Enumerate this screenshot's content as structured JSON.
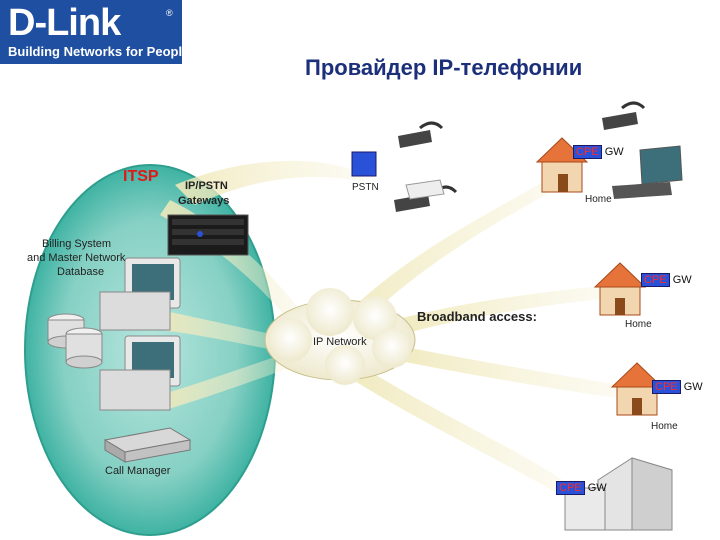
{
  "header": {
    "logo_text": "D-Link",
    "logo_reg": "®",
    "tagline": "Building Networks for People",
    "title": "Провайдер IP-телефонии"
  },
  "labels": {
    "itsp": "ITSP",
    "gateways_line1": "IP/PSTN",
    "gateways_line2": "Gateways",
    "pstn": "PSTN",
    "billing_line1": "Billing System",
    "billing_line2": "and Master Network",
    "billing_line3": "Database",
    "broadband": "Broadband access:",
    "ip_network": "IP Network",
    "call_manager": "Call Manager",
    "home": "Home"
  },
  "cpe": {
    "box": "CPE",
    "suffix": "GW"
  },
  "colors": {
    "brand_blue": "#1f4fa0",
    "title_blue": "#1c2f7a",
    "itsp_red": "#e01818",
    "cpe_blue": "#2a52d8",
    "ring_teal": "#3fb3a3",
    "beam_gold": "#e9dfa0"
  },
  "icons": [
    "telephone-icon",
    "house-icon",
    "server-icon",
    "workstation-icon",
    "database-icon",
    "router-icon",
    "office-building-icon",
    "cloud-icon"
  ]
}
